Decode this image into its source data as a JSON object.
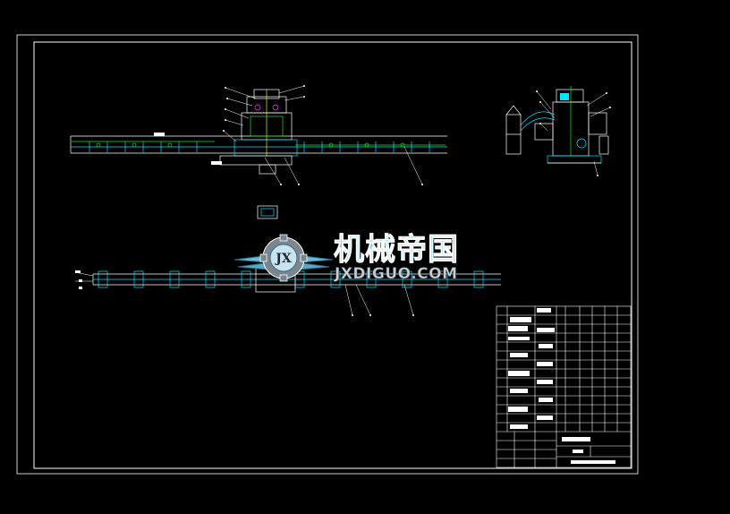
{
  "drawing": {
    "background": "#000000",
    "line_colors": {
      "white": "#ffffff",
      "cyan": "#00e5ff",
      "green": "#22e022",
      "yellow": "#e8e800",
      "magenta": "#ff40ff"
    }
  },
  "watermark": {
    "logo_letters": "JX",
    "title_cn": "机械帝国",
    "domain": "JXDIGUO.COM"
  }
}
